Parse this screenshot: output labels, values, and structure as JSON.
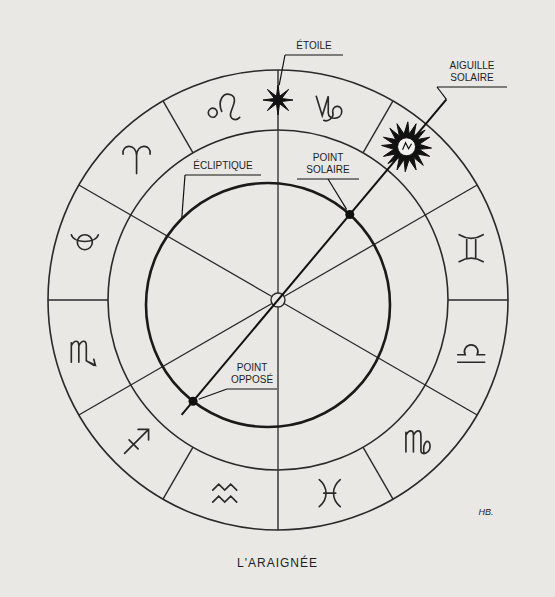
{
  "diagram": {
    "caption": "L'ARAIGNÉE",
    "labels": [
      "ÉTOILE",
      "AIGUILLE SOLAIRE",
      "POINT SOLAIRE",
      "ÉCLIPTIQUE",
      "POINT OPPOSÉ",
      "HB."
    ]
  }
}
